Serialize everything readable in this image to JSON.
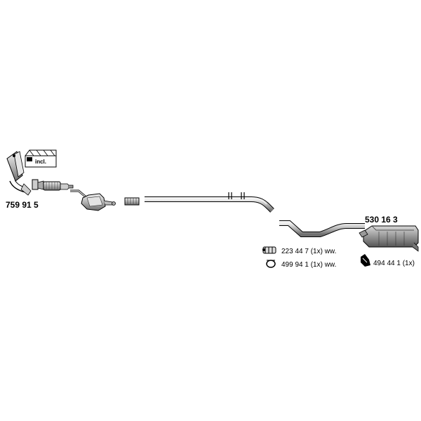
{
  "parts": {
    "manifold_catalyst": {
      "part_number": "759 91 5",
      "kit_badge": "incl."
    },
    "rear_silencer": {
      "part_number": "530 16 3"
    }
  },
  "accessories": [
    {
      "icon": "clamp-icon",
      "text": "223 44 7 (1x) ww."
    },
    {
      "icon": "gasket-ring-icon",
      "text": "499 94 1 (1x) ww."
    },
    {
      "icon": "rubber-mount-icon",
      "text": "494 44 1 (1x)"
    }
  ]
}
